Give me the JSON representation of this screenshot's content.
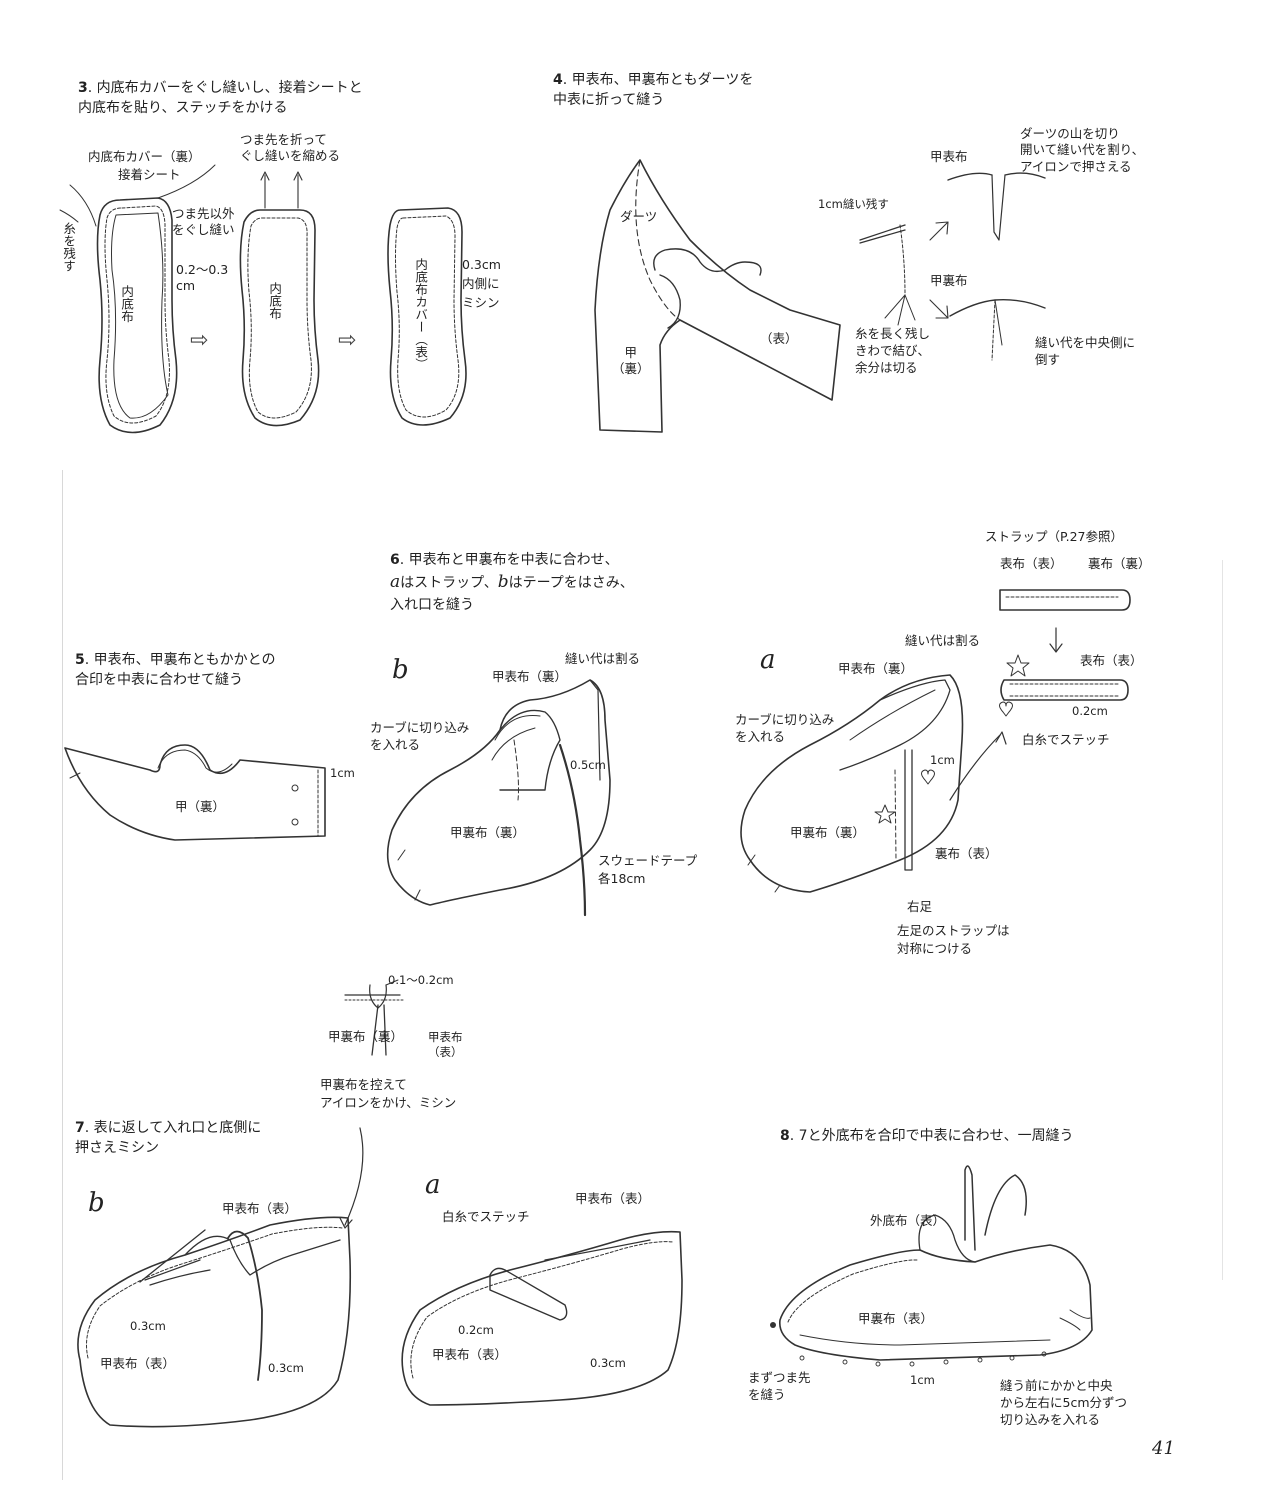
{
  "page_number": "41",
  "steps": {
    "s3": {
      "number": "3",
      "title_l1": "内底布カバーをぐし縫いし、接着シートと",
      "title_l2": "内底布を貼り、ステッチをかける",
      "labels": {
        "cover_back": "内底布カバー（裏）",
        "adhesive": "接着シート",
        "toe_fold_l1": "つま先を折って",
        "toe_fold_l2": "ぐし縫いを縮める",
        "except_toe_l1": "つま先以外",
        "except_toe_l2": "をぐし縫い",
        "margin_l1": "0.2〜0.3",
        "margin_l2": "cm",
        "thread_left": "糸を残す",
        "insole1": "内底布",
        "insole2": "内底布",
        "cover_front": "内底布カバー（表）",
        "stitch_l1": "0.3cm",
        "stitch_l2": "内側に",
        "stitch_l3": "ミシン"
      }
    },
    "s4": {
      "number": "4",
      "title_l1": "甲表布、甲裏布ともダーツを",
      "title_l2": "中表に折って縫う",
      "labels": {
        "dart": "ダーツ",
        "upper_back_l1": "甲",
        "upper_back_l2": "（裏）",
        "front": "（表）",
        "leave_1cm": "1cm縫い残す",
        "outer_fabric": "甲表布",
        "cut_open_l1": "ダーツの山を切り",
        "cut_open_l2": "開いて縫い代を割り、",
        "cut_open_l3": "アイロンで押さえる",
        "lining_fabric": "甲裏布",
        "tie_l1": "糸を長く残し",
        "tie_l2": "きわで結び、",
        "tie_l3": "余分は切る",
        "fold_l1": "縫い代を中央側に",
        "fold_l2": "倒す"
      }
    },
    "s5": {
      "number": "5",
      "title_l1": "甲表布、甲裏布ともかかとの",
      "title_l2": "合印を中表に合わせて縫う",
      "labels": {
        "upper_back": "甲（裏）",
        "one_cm": "1cm"
      }
    },
    "s6": {
      "number": "6",
      "title_l1": "甲表布と甲裏布を中表に合わせ、",
      "title_a": "a",
      "title_l2a": "はストラップ、",
      "title_b": "b",
      "title_l2b": "はテープをはさみ、",
      "title_l3": "入れ口を縫う",
      "b": {
        "letter": "b",
        "split_seam": "縫い代は割る",
        "outer_back": "甲表布（裏）",
        "curve_l1": "カーブに切り込み",
        "curve_l2": "を入れる",
        "half_cm": "0.5cm",
        "lining_back": "甲裏布（裏）",
        "tape_l1": "スウェードテープ",
        "tape_l2": "各18cm"
      },
      "a": {
        "letter": "a",
        "split_seam": "縫い代は割る",
        "outer_back": "甲表布（裏）",
        "curve_l1": "カーブに切り込み",
        "curve_l2": "を入れる",
        "one_cm": "1cm",
        "lining_back": "甲裏布（裏）",
        "lining_back2": "裏布（表）",
        "right_foot": "右足",
        "left_l1": "左足のストラップは",
        "left_l2": "対称につける"
      },
      "strap": {
        "title": "ストラップ（P.27参照）",
        "outer_front": "表布（表）",
        "lining_back": "裏布（裏）",
        "outer_front2": "表布（表）",
        "two_mm": "0.2cm",
        "white_stitch": "白糸でステッチ"
      }
    },
    "s7": {
      "number": "7",
      "title_l1": "表に返して入れ口と底側に",
      "title_l2": "押さえミシン",
      "detail": {
        "gap": "0.1〜0.2cm",
        "lining_back": "甲裏布（裏）",
        "outer_l1": "甲表布",
        "outer_l2": "（表）",
        "note_l1": "甲裏布を控えて",
        "note_l2": "アイロンをかけ、ミシン"
      },
      "b": {
        "letter": "b",
        "outer_front": "甲表布（表）",
        "m03a": "0.3cm",
        "outer_front2": "甲表布（表）",
        "m03b": "0.3cm"
      },
      "a": {
        "letter": "a",
        "white_stitch": "白糸でステッチ",
        "outer_front": "甲表布（表）",
        "m02": "0.2cm",
        "outer_front2": "甲表布（表）",
        "m03": "0.3cm"
      }
    },
    "s8": {
      "number": "8",
      "title": "7と外底布を合印で中表に合わせ、一周縫う",
      "outsole": "外底布（表）",
      "lining": "甲裏布（表）",
      "toe_l1": "まずつま先",
      "toe_l2": "を縫う",
      "one_cm": "1cm",
      "notch_l1": "縫う前にかかと中央",
      "notch_l2": "から左右に5cm分ずつ",
      "notch_l3": "切り込みを入れる"
    }
  }
}
